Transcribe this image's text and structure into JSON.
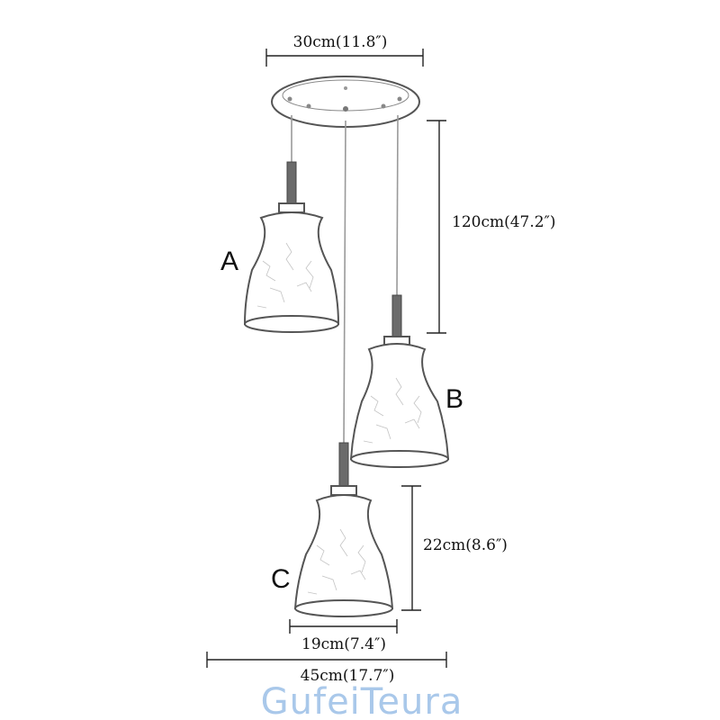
{
  "dimensions": {
    "canopy_width": "30cm(11.8″)",
    "drop_length": "120cm(47.2″)",
    "shade_height": "22cm(8.6″)",
    "shade_width": "19cm(7.4″)",
    "overall_width": "45cm(17.7″)"
  },
  "pendants": {
    "a": "A",
    "b": "B",
    "c": "C"
  },
  "watermark": "GufeiTeura",
  "colors": {
    "ink": "#111111",
    "sketch": "#555555",
    "watermark": "#a9c8ea"
  }
}
